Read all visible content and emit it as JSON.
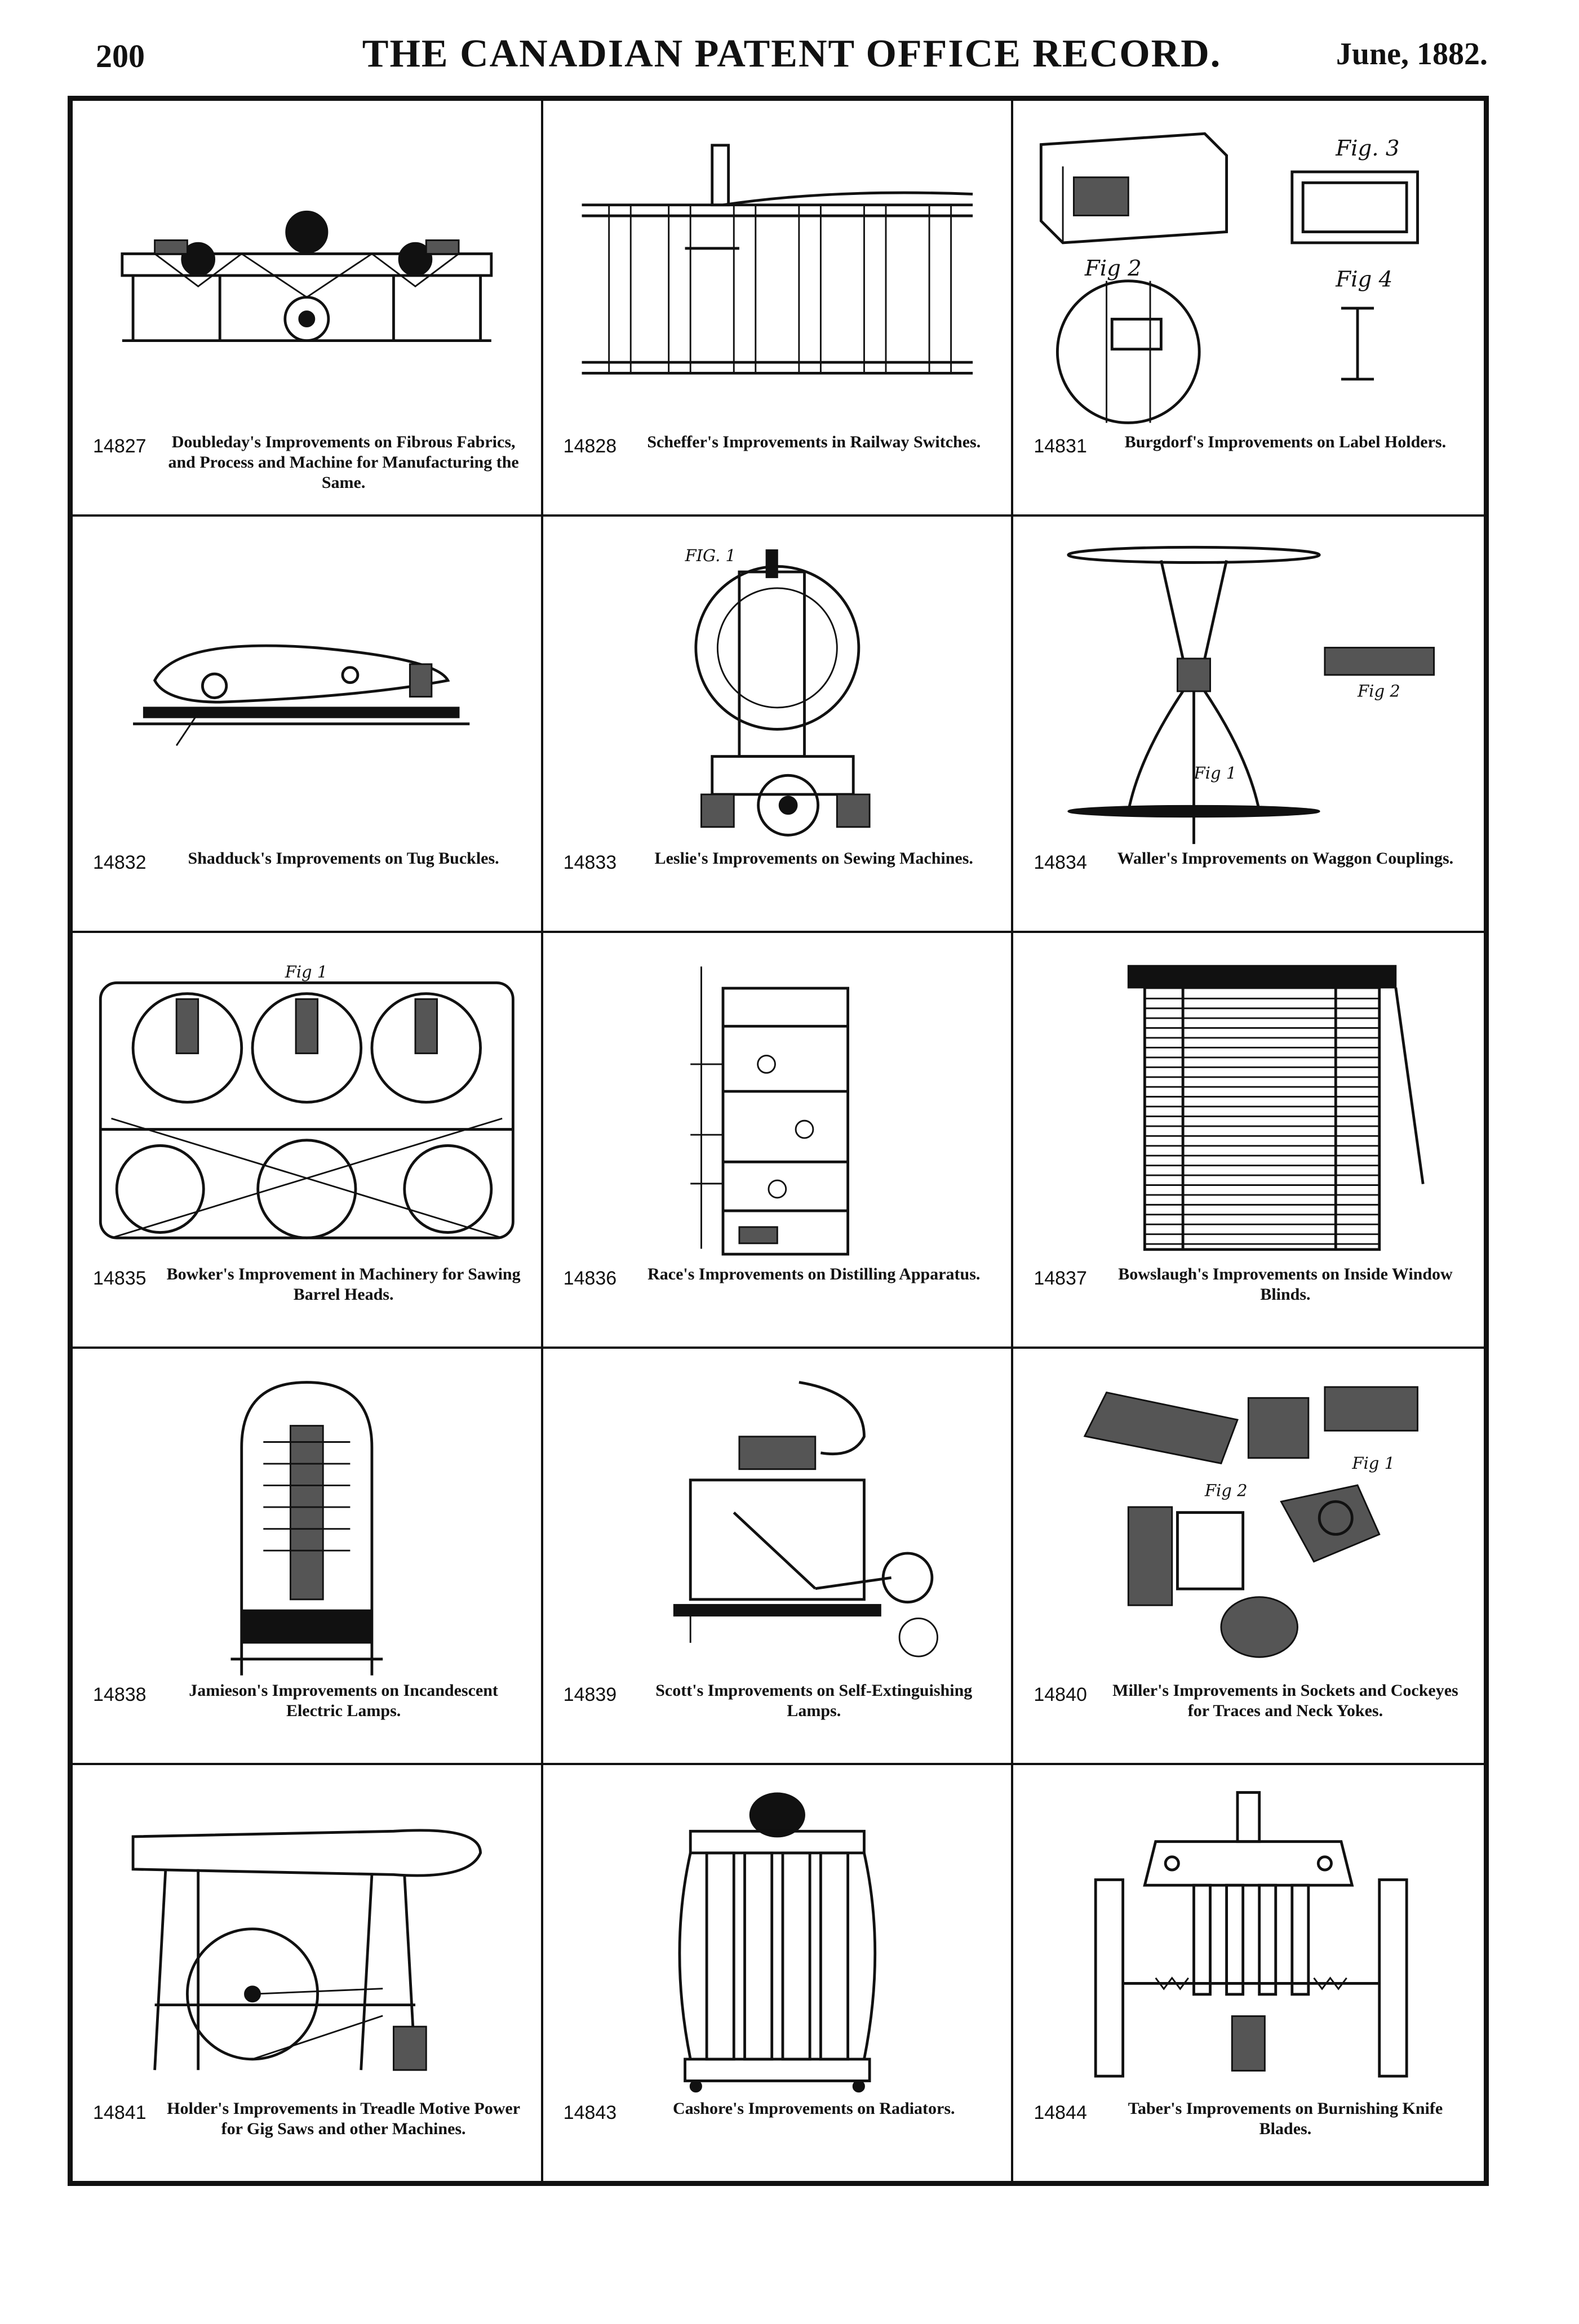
{
  "header": {
    "page_number": "200",
    "title": "THE CANADIAN PATENT OFFICE RECORD.",
    "date": "June, 1882."
  },
  "patents": [
    {
      "number": "14827",
      "title": "Doubleday's Improvements on Fibrous Fabrics, and Process and Machine for Manufacturing the Same."
    },
    {
      "number": "14828",
      "title": "Scheffer's Improvements in Railway Switches."
    },
    {
      "number": "14831",
      "title": "Burgdorf's Improvements on Label Holders."
    },
    {
      "number": "14832",
      "title": "Shadduck's Improvements on Tug Buckles."
    },
    {
      "number": "14833",
      "title": "Leslie's Improvements on Sewing Machines."
    },
    {
      "number": "14834",
      "title": "Waller's Improvements on Waggon Couplings."
    },
    {
      "number": "14835",
      "title": "Bowker's Improvement in Machinery for Sawing Barrel Heads."
    },
    {
      "number": "14836",
      "title": "Race's Improvements on Distilling Apparatus."
    },
    {
      "number": "14837",
      "title": "Bowslaugh's Improvements on Inside Window Blinds."
    },
    {
      "number": "14838",
      "title": "Jamieson's Improvements on Incandescent Electric Lamps."
    },
    {
      "number": "14839",
      "title": "Scott's Improvements on Self-Extinguishing Lamps."
    },
    {
      "number": "14840",
      "title": "Miller's Improvements in Sockets and Cockeyes for Traces and Neck Yokes."
    },
    {
      "number": "14841",
      "title": "Holder's Improvements in Treadle Motive Power for Gig Saws and other Machines."
    },
    {
      "number": "14843",
      "title": "Cashore's Improvements on Radiators."
    },
    {
      "number": "14844",
      "title": "Taber's Improvements on Burnishing Knife Blades."
    }
  ],
  "figure_labels": {
    "fig3": "Fig. 3",
    "fig2": "Fig 2",
    "fig4": "Fig 4",
    "fig1": "FIG. 1",
    "fig2b": "Fig 2",
    "fig1b": "Fig 1",
    "fig1c": "Fig 1",
    "fig2c": "Fig 2"
  }
}
